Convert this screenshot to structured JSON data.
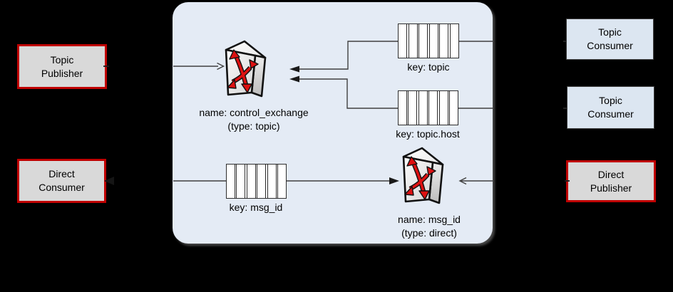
{
  "colors": {
    "background": "#000000",
    "container_fill": "#e4ebf5",
    "box_red_border": "#c00000",
    "box_gray_fill": "#d9d9d9",
    "box_blue_fill": "#dce6f1",
    "box_blue_border": "#3f3f3f",
    "line": "#404040",
    "arrow_fill": "#1a1a1a",
    "icon_red": "#dd1111",
    "text": "#000000"
  },
  "nodes": {
    "topic_publisher": {
      "line1": "Topic",
      "line2": "Publisher"
    },
    "direct_consumer": {
      "line1": "Direct",
      "line2": "Consumer"
    },
    "topic_consumer_1": {
      "line1": "Topic",
      "line2": "Consumer"
    },
    "topic_consumer_2": {
      "line1": "Topic",
      "line2": "Consumer"
    },
    "direct_publisher": {
      "line1": "Direct",
      "line2": "Publisher"
    },
    "control_exchange": {
      "name": "name: control_exchange",
      "type": "(type: topic)"
    },
    "direct_exchange": {
      "name": "name: msg_id",
      "type": "(type: direct)"
    },
    "queue_topic": {
      "label": "key: topic"
    },
    "queue_topic_host": {
      "label": "key: topic.host"
    },
    "queue_msg_id": {
      "label": "key: msg_id"
    }
  }
}
